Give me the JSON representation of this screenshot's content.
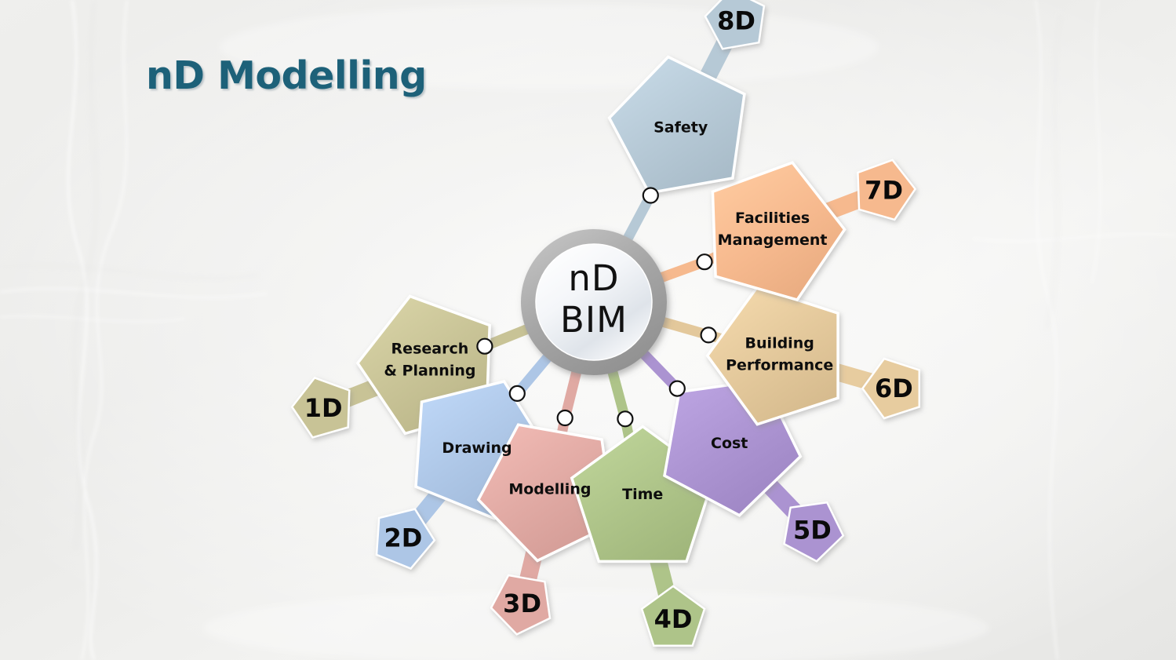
{
  "page": {
    "title": "nD Modelling",
    "background_color": "#ececea",
    "title_color": "#1d6179"
  },
  "hub": {
    "line1": "nD",
    "line2": "BIM",
    "ring_color": "#a8a8a8",
    "fill_color": "#eef1f5"
  },
  "diagram": {
    "type": "radial-hub-and-spoke",
    "node_count": 8,
    "nodes": [
      {
        "id": "1d",
        "badge": "1D",
        "label_line1": "Research",
        "label_line2": "& Planning",
        "color": "#c8c396",
        "badge_color": "#c8c396",
        "angle_deg": 202
      },
      {
        "id": "2d",
        "badge": "2D",
        "label_line1": "Drawing",
        "label_line2": "",
        "color": "#adc6e6",
        "badge_color": "#adc6e6",
        "angle_deg": 230
      },
      {
        "id": "3d",
        "badge": "3D",
        "label_line1": "Modelling",
        "label_line2": "",
        "color": "#e0a9a3",
        "badge_color": "#e0a9a3",
        "angle_deg": 256
      },
      {
        "id": "4d",
        "badge": "4D",
        "label_line1": "Time",
        "label_line2": "",
        "color": "#aec489",
        "badge_color": "#aec489",
        "angle_deg": 285
      },
      {
        "id": "5d",
        "badge": "5D",
        "label_line1": "Cost",
        "label_line2": "",
        "color": "#ab93d1",
        "badge_color": "#ab93d1",
        "angle_deg": 314
      },
      {
        "id": "6d",
        "badge": "6D",
        "label_line1": "Building",
        "label_line2": "Performance",
        "color": "#e3c89b",
        "badge_color": "#e7cc9f",
        "angle_deg": 344
      },
      {
        "id": "7d",
        "badge": "7D",
        "label_line1": "Facilities",
        "label_line2": "Management",
        "color": "#f6b98e",
        "badge_color": "#f6b98e",
        "angle_deg": 20
      },
      {
        "id": "8d",
        "badge": "8D",
        "label_line1": "Safety",
        "label_line2": "",
        "color": "#b6c9d6",
        "badge_color": "#b6c9d6",
        "angle_deg": 62
      }
    ]
  }
}
